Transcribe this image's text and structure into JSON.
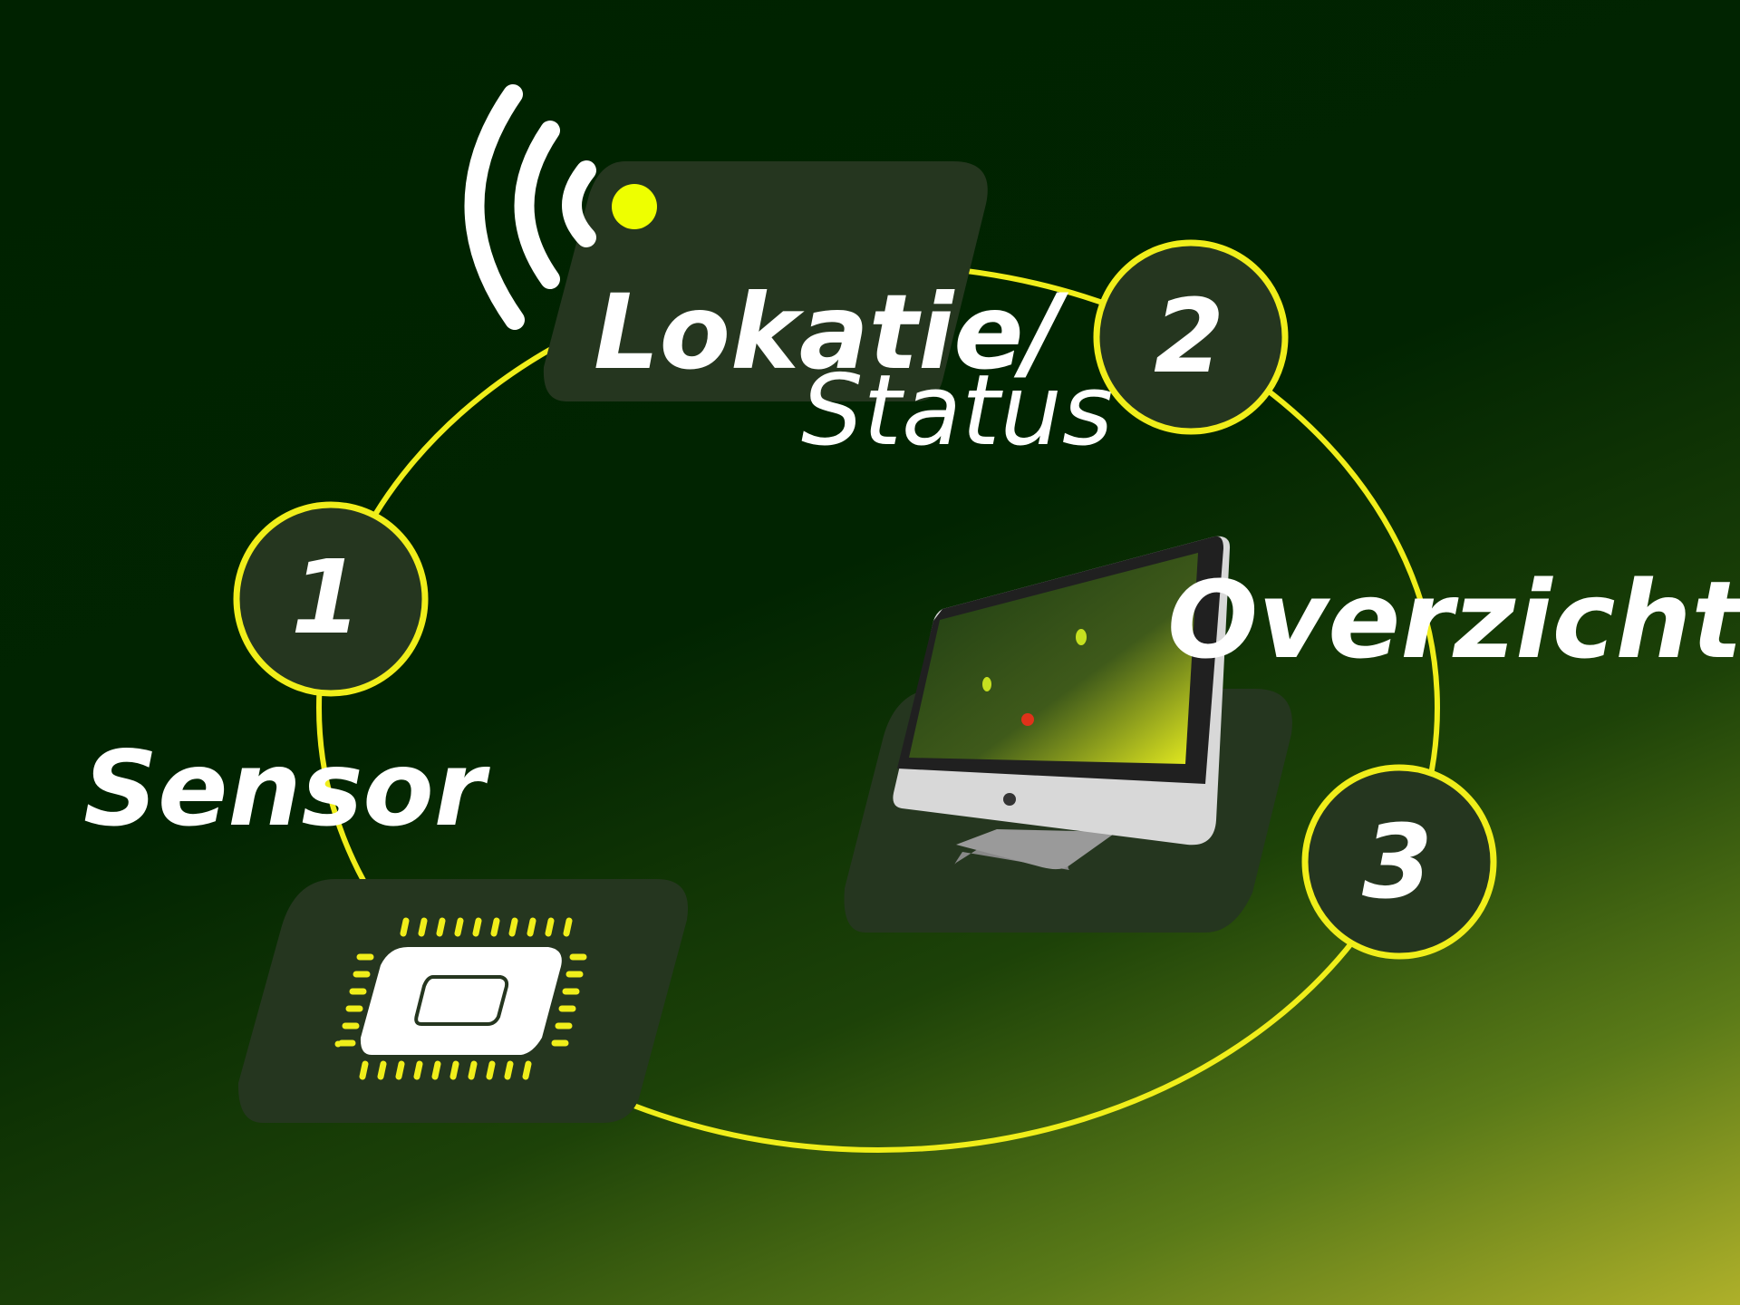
{
  "colors": {
    "accent": "#f0ee1a",
    "card": "#25361f",
    "text": "#ffffff",
    "dot": "#eeff00"
  },
  "steps": [
    {
      "number": "1",
      "label": "Sensor"
    },
    {
      "number": "2",
      "label_line1": "Lokatie/",
      "label_line2": "Status"
    },
    {
      "number": "3",
      "label": "Overzicht"
    }
  ],
  "icons": [
    "wifi-signal-icon",
    "chip-icon",
    "monitor-icon"
  ]
}
